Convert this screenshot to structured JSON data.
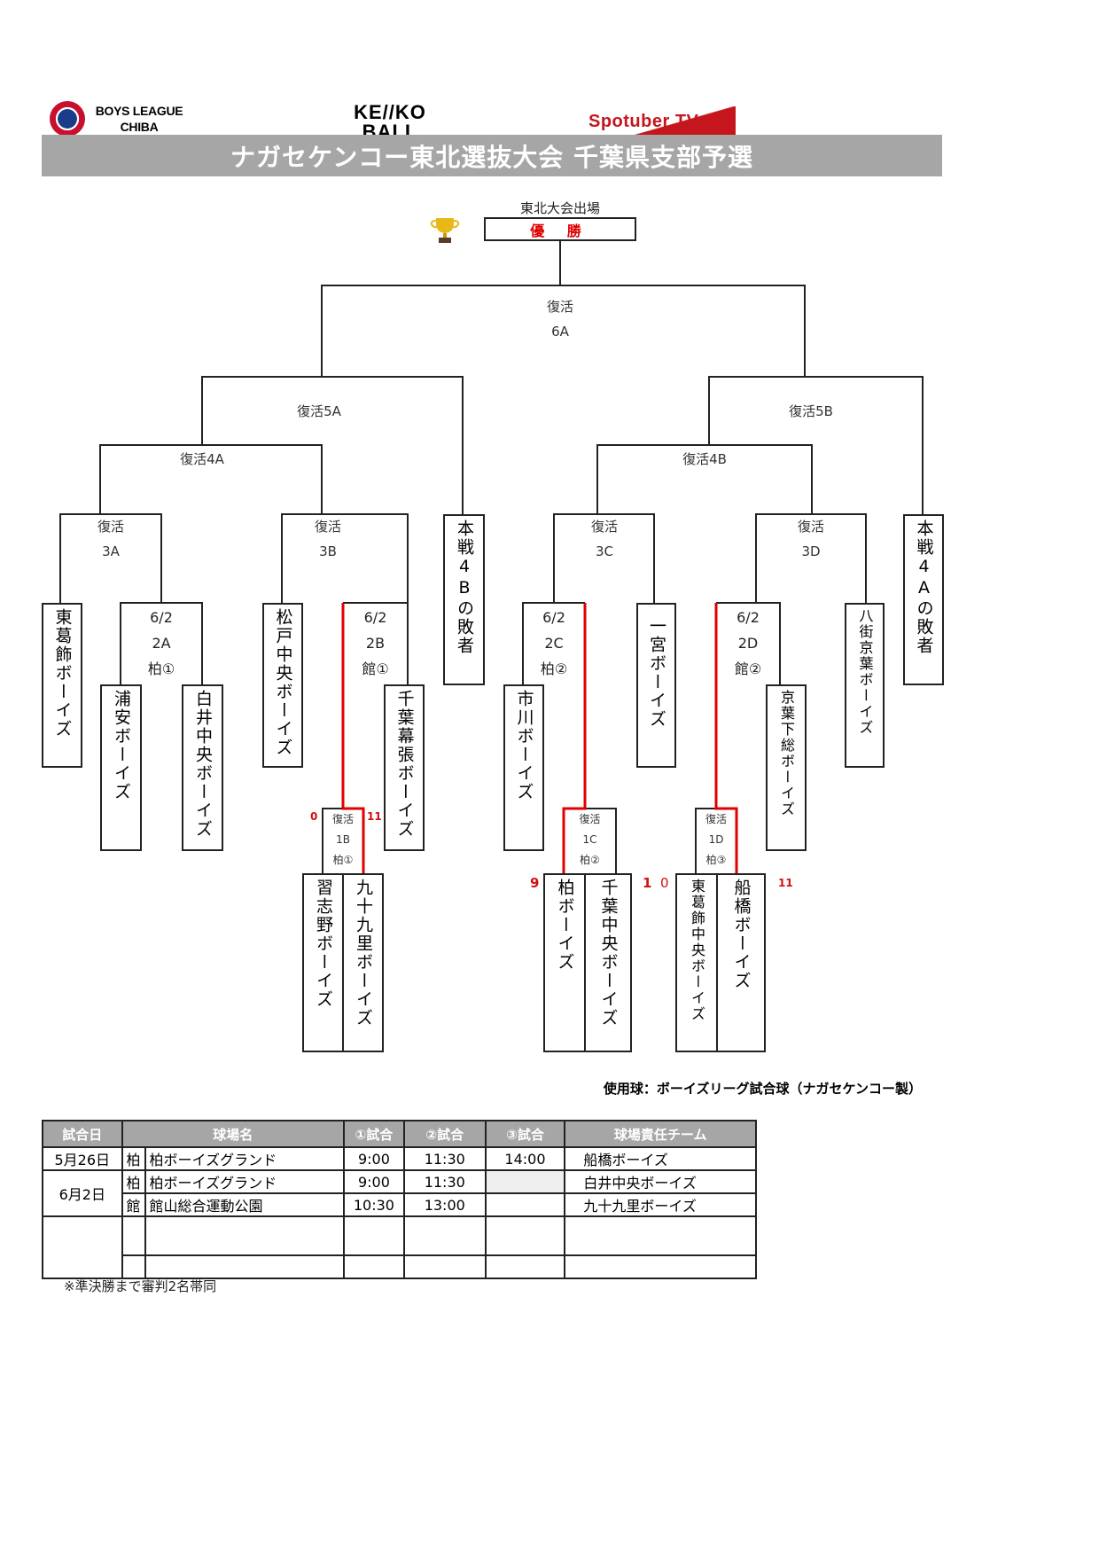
{
  "logos": {
    "boys_league": {
      "line1": "BOYS LEAGUE",
      "line2": "CHIBA"
    },
    "kenko": {
      "line1": "KE//KO",
      "line2": "BALL"
    },
    "spotuber": "Spotuber TV"
  },
  "title": "ナガセケンコー東北選抜大会 千葉県支部予選",
  "colors": {
    "header_grey": "#a6a6a6",
    "winner_red": "#e00000",
    "score_red": "#d01010"
  },
  "champion": {
    "caption": "東北大会出場",
    "label": "優 勝",
    "icon": "trophy-icon"
  },
  "rounds": {
    "r6a": {
      "line1": "復活",
      "line2": "6A"
    },
    "r5a": "復活5A",
    "r5b": "復活5B",
    "r4a": "復活4A",
    "r4b": "復活4B",
    "r3a": {
      "line1": "復活",
      "line2": "3A"
    },
    "r3b": {
      "line1": "復活",
      "line2": "3B"
    },
    "r3c": {
      "line1": "復活",
      "line2": "3C"
    },
    "r3d": {
      "line1": "復活",
      "line2": "3D"
    },
    "r2a": {
      "date": "6/2",
      "code": "2A",
      "venue": "柏①"
    },
    "r2b": {
      "date": "6/2",
      "code": "2B",
      "venue": "館①"
    },
    "r2c": {
      "date": "6/2",
      "code": "2C",
      "venue": "柏②"
    },
    "r2d": {
      "date": "6/2",
      "code": "2D",
      "venue": "館②"
    },
    "r1b": {
      "line1": "復活",
      "code": "1B",
      "venue": "柏①"
    },
    "r1c": {
      "line1": "復活",
      "code": "1C",
      "venue": "柏②"
    },
    "r1d": {
      "line1": "復活",
      "code": "1D",
      "venue": "柏③"
    }
  },
  "teams": {
    "higashikatsushika": "東葛飾ボーイズ",
    "urayasu": "浦安ボーイズ",
    "shiroi": "白井中央ボーイズ",
    "matsudo": "松戸中央ボーイズ",
    "makuhari": "千葉幕張ボーイズ",
    "narashino": "習志野ボーイズ",
    "kujukuri": "九十九里ボーイズ",
    "honsen4b": "本戦4Bの敗者",
    "ichikawa": "市川ボーイズ",
    "ichinomiya": "一宮ボーイズ",
    "kashiwa": "柏ボーイズ",
    "chibachuo": "千葉中央ボーイズ",
    "higashikatsushika_chuo": "東葛飾中央ボーイズ",
    "funabashi": "船橋ボーイズ",
    "keiyo_shimousa": "京葉下総ボーイズ",
    "yachimata": "八街京葉ボーイズ",
    "honsen4a": "本戦4Aの敗者"
  },
  "scores": {
    "r1b": {
      "narashino": "0",
      "kujukuri": "11"
    },
    "r1c": {
      "kashiwa": "9",
      "chibachuo": "1"
    },
    "r1d": {
      "higashikatsushika_chuo": "0",
      "funabashi": "11"
    }
  },
  "ball_note": "使用球：ボーイズリーグ試合球（ナガセケンコー製）",
  "schedule": {
    "headers": [
      "試合日",
      "球場名",
      "①試合",
      "②試合",
      "③試合",
      "球場責任チーム"
    ],
    "rows": [
      {
        "date": "5月26日",
        "abbr": "柏",
        "venue": "柏ボーイズグランド",
        "g1": "9:00",
        "g2": "11:30",
        "g3": "14:00",
        "team": "船橋ボーイズ"
      },
      {
        "date": "6月2日",
        "abbr": "柏",
        "venue": "柏ボーイズグランド",
        "g1": "9:00",
        "g2": "11:30",
        "g3": "",
        "team": "白井中央ボーイズ"
      },
      {
        "date": "",
        "abbr": "館",
        "venue": "館山総合運動公園",
        "g1": "10:30",
        "g2": "13:00",
        "g3": "",
        "team": "九十九里ボーイズ"
      }
    ]
  },
  "footnote": "※準決勝まで審判2名帯同"
}
